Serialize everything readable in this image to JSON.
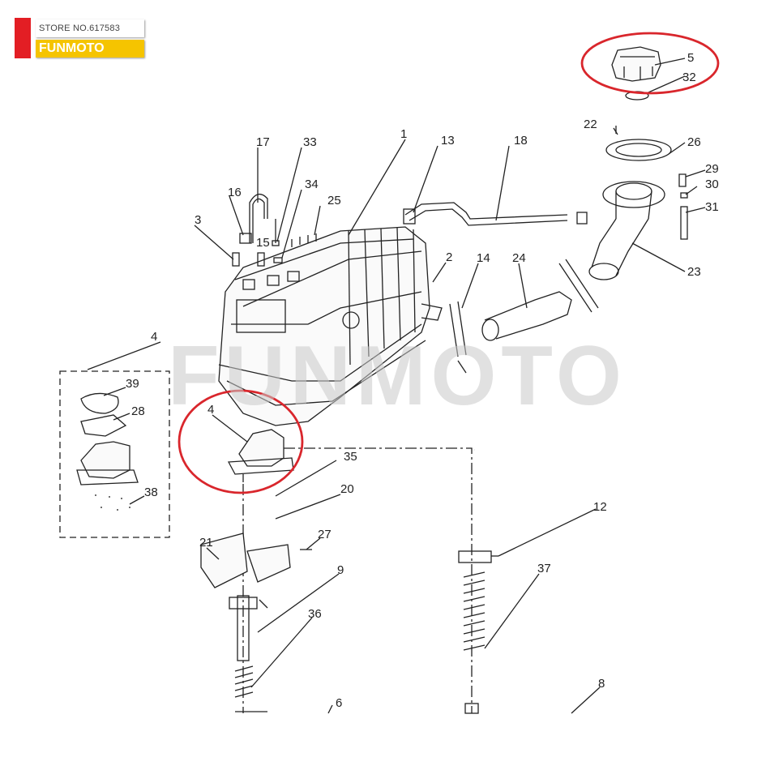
{
  "store_label": "STORE NO.617583",
  "brand_label": "FUNMOTO",
  "watermark": "FUNMOTO",
  "highlight_color": "#d9262c",
  "callouts": [
    "5",
    "32",
    "22",
    "26",
    "29",
    "30",
    "31",
    "23",
    "17",
    "33",
    "16",
    "34",
    "25",
    "1",
    "13",
    "18",
    "3",
    "15",
    "2",
    "14",
    "24",
    "4",
    "39",
    "28",
    "38",
    "4",
    "35",
    "20",
    "21",
    "27",
    "12",
    "9",
    "37",
    "36",
    "6",
    "8"
  ]
}
